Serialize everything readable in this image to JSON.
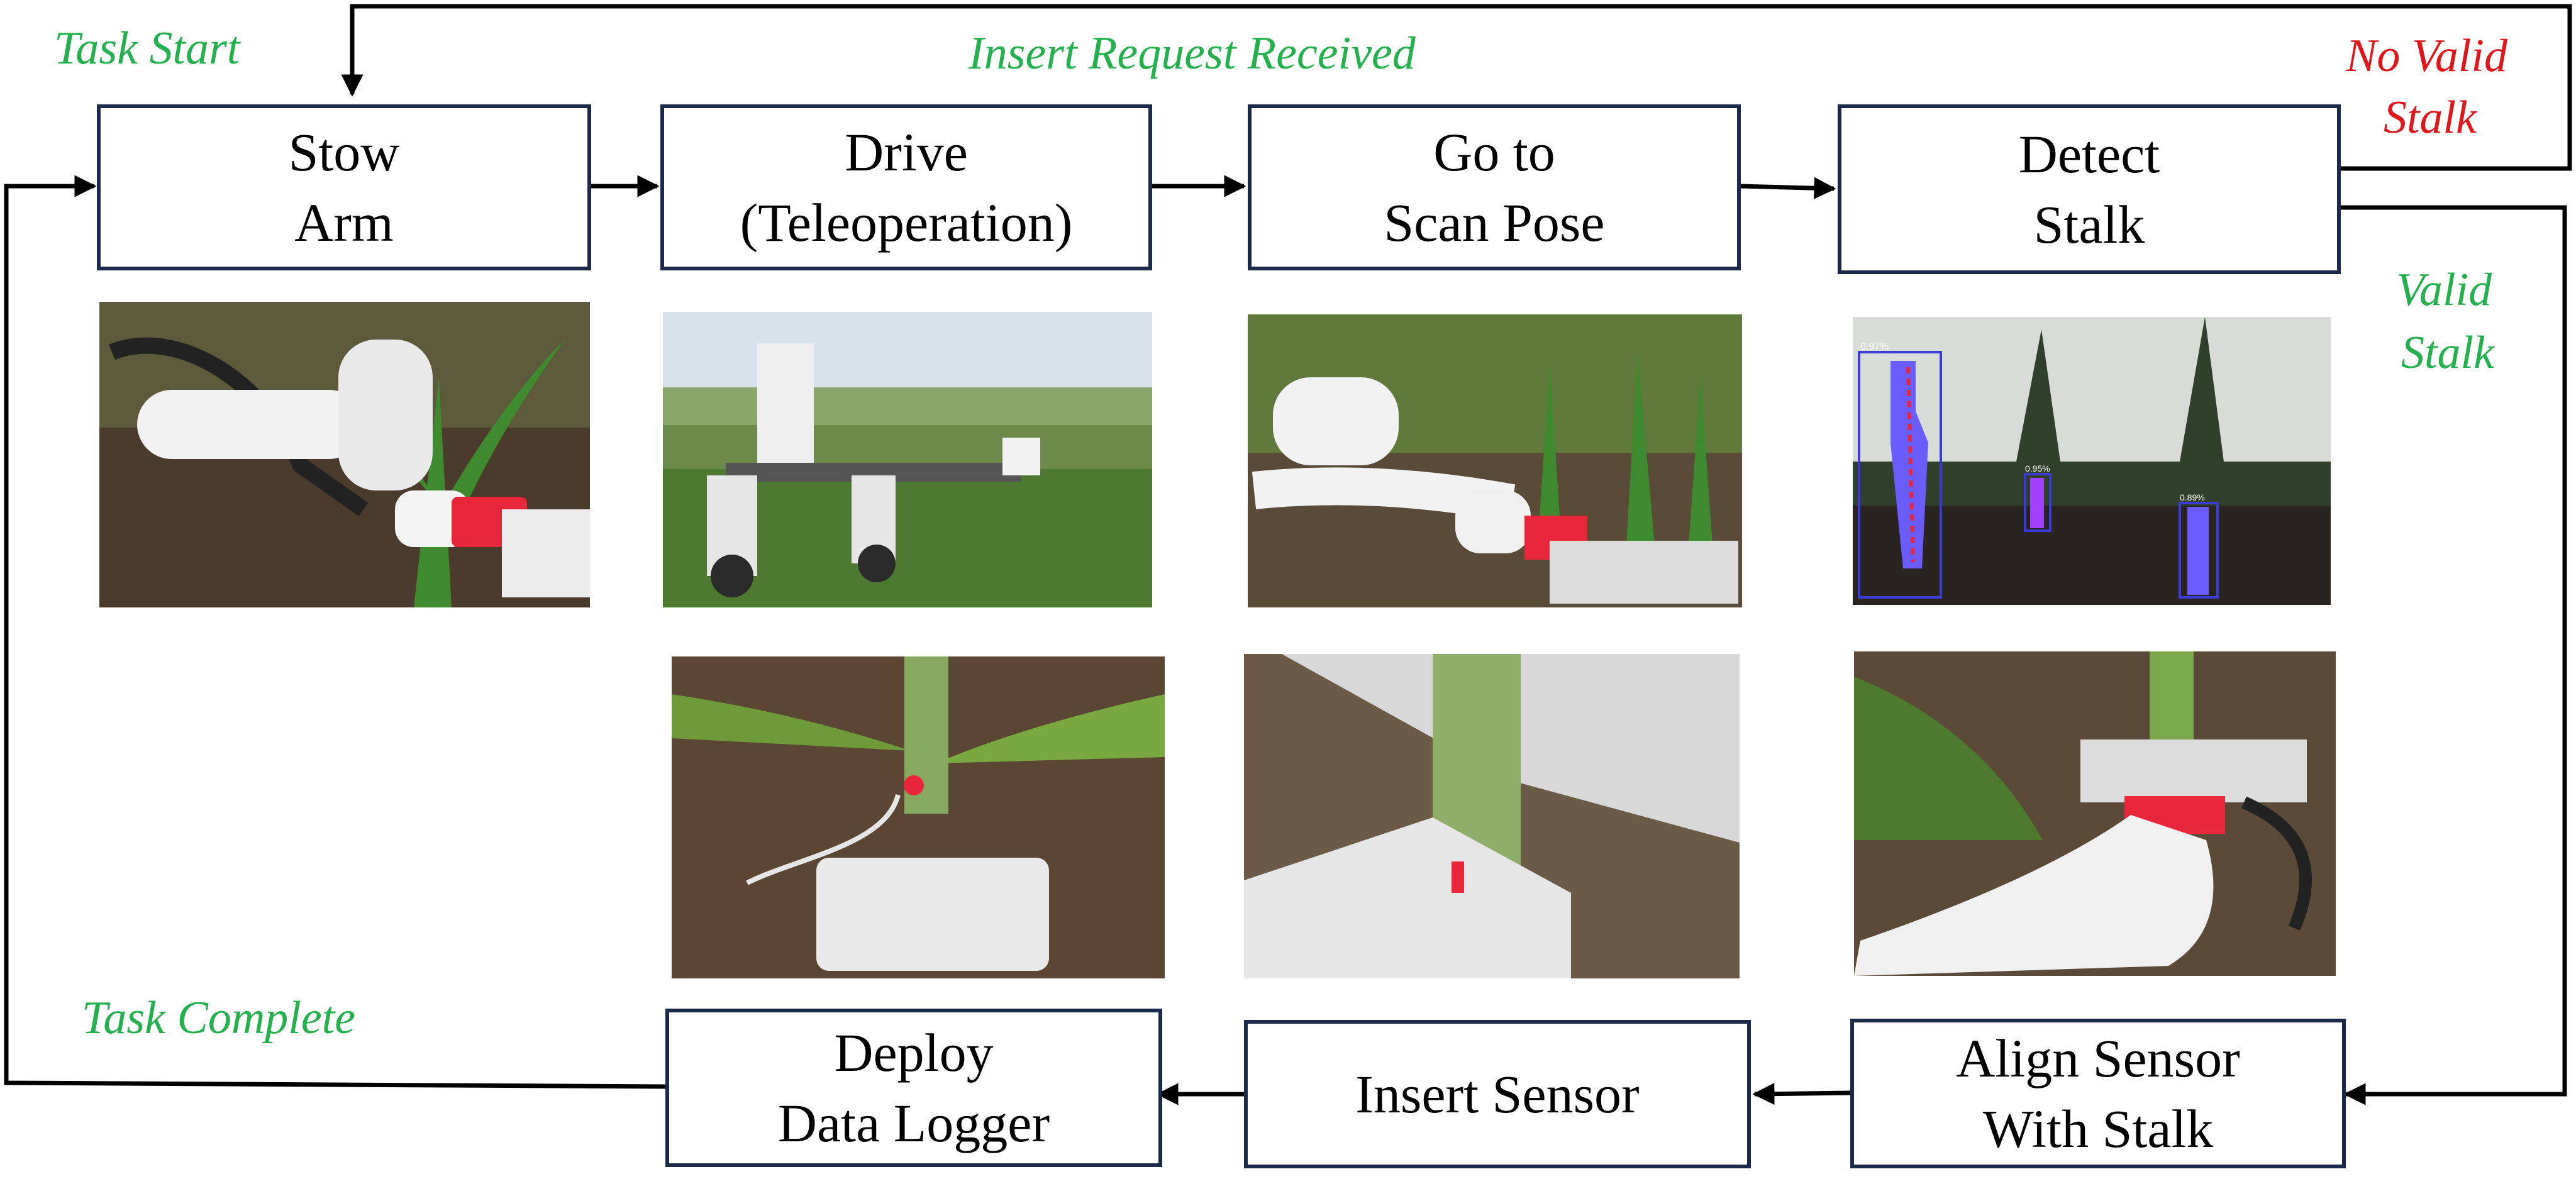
{
  "labels": {
    "task_start": "Task Start",
    "insert_request": "Insert Request Received",
    "no_valid_line1": "No Valid",
    "no_valid_line2": "Stalk",
    "valid_line1": "Valid",
    "valid_line2": "Stalk",
    "task_complete": "Task Complete"
  },
  "boxes": {
    "stow_arm": [
      "Stow",
      "Arm"
    ],
    "drive": [
      "Drive",
      "(Teleoperation)"
    ],
    "scan_pose": [
      "Go to",
      "Scan Pose"
    ],
    "detect_stalk": [
      "Detect",
      "Stalk"
    ],
    "align_sensor": [
      "Align Sensor",
      "With Stalk"
    ],
    "insert_sensor": [
      "Insert Sensor"
    ],
    "deploy_logger": [
      "Deploy",
      "Data Logger"
    ]
  },
  "detections": [
    "0.97%",
    "0.95%",
    "0.89%"
  ],
  "colors": {
    "box_border": "#1b2a4a",
    "arrow": "#000000",
    "green_label": "#22b14c",
    "red_label": "#e0161b",
    "detection_box": "#3b3bd8",
    "stalk_mask": "#6a5cff",
    "gripper": "#e8283a"
  }
}
